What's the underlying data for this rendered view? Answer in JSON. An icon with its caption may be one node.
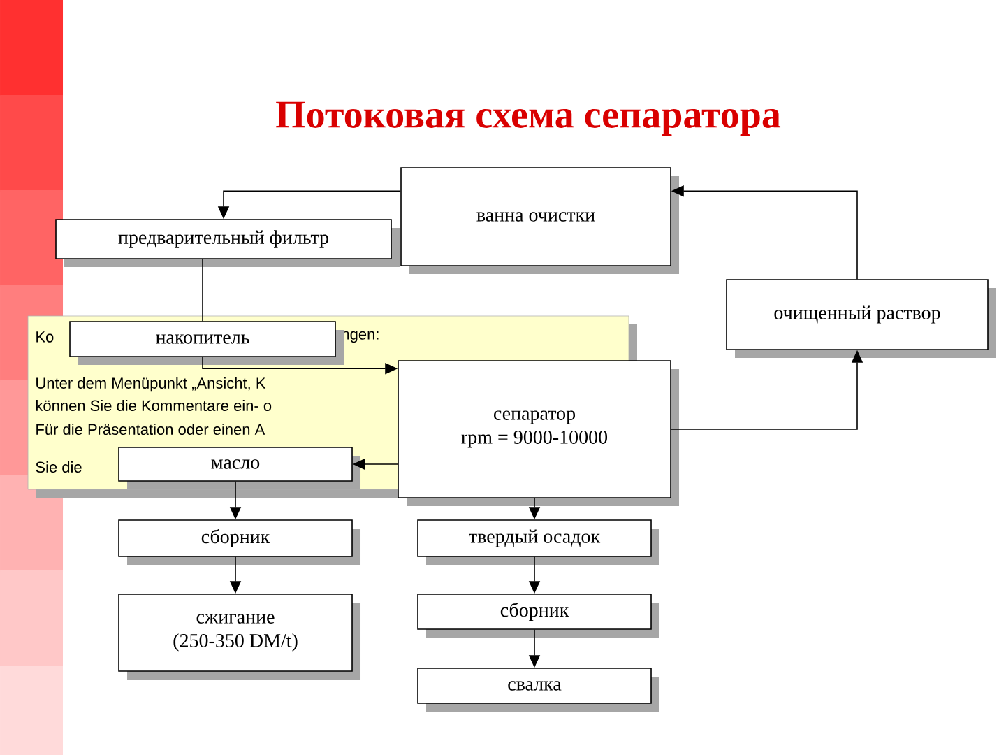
{
  "diagram": {
    "title": "Потоковая схема сепаратора",
    "nodes": [
      {
        "text": [
          "предварительный фильтр"
        ]
      },
      {
        "text": [
          "ванна очистки"
        ]
      },
      {
        "text": [
          "Ko",
          "ngen:",
          "Unter dem Menüpunkt „Ansicht, K",
          "können Sie die Kommentare ein- o",
          "Für die Präsentation oder einen A",
          "Sie die"
        ]
      },
      {
        "text": [
          "накопитель"
        ],
        "in": 2
      },
      {
        "text": [
          "очищенный раствор"
        ]
      },
      {
        "text": [
          "сепаратор",
          "rpm = 9000-10000"
        ]
      },
      {
        "text": [
          "масло"
        ],
        "in": 2
      },
      {
        "text": [
          "сборник"
        ]
      },
      {
        "text": [
          "твердый осадок"
        ]
      },
      {
        "text": [
          "сжигание",
          "(250-350 DM/t)"
        ]
      },
      {
        "text": [
          "сборник"
        ]
      },
      {
        "text": [
          "свалка"
        ]
      }
    ],
    "edges": [
      {
        "from": 1,
        "to": 0,
        "arrow": "to"
      },
      {
        "from": 0,
        "to": 3,
        "arrow": "none"
      },
      {
        "from": 3,
        "to": 5,
        "arrow": "to"
      },
      {
        "from": 5,
        "to": 6,
        "arrow": "to"
      },
      {
        "from": 6,
        "to": 7,
        "arrow": "to"
      },
      {
        "from": 7,
        "to": 9,
        "arrow": "to"
      },
      {
        "from": 5,
        "to": 8,
        "arrow": "to"
      },
      {
        "from": 8,
        "to": 10,
        "arrow": "to"
      },
      {
        "from": 10,
        "to": 11,
        "arrow": "to"
      },
      {
        "from": 5,
        "to": 4,
        "arrow": "to"
      },
      {
        "from": 4,
        "to": 1,
        "arrow": "to"
      }
    ]
  }
}
